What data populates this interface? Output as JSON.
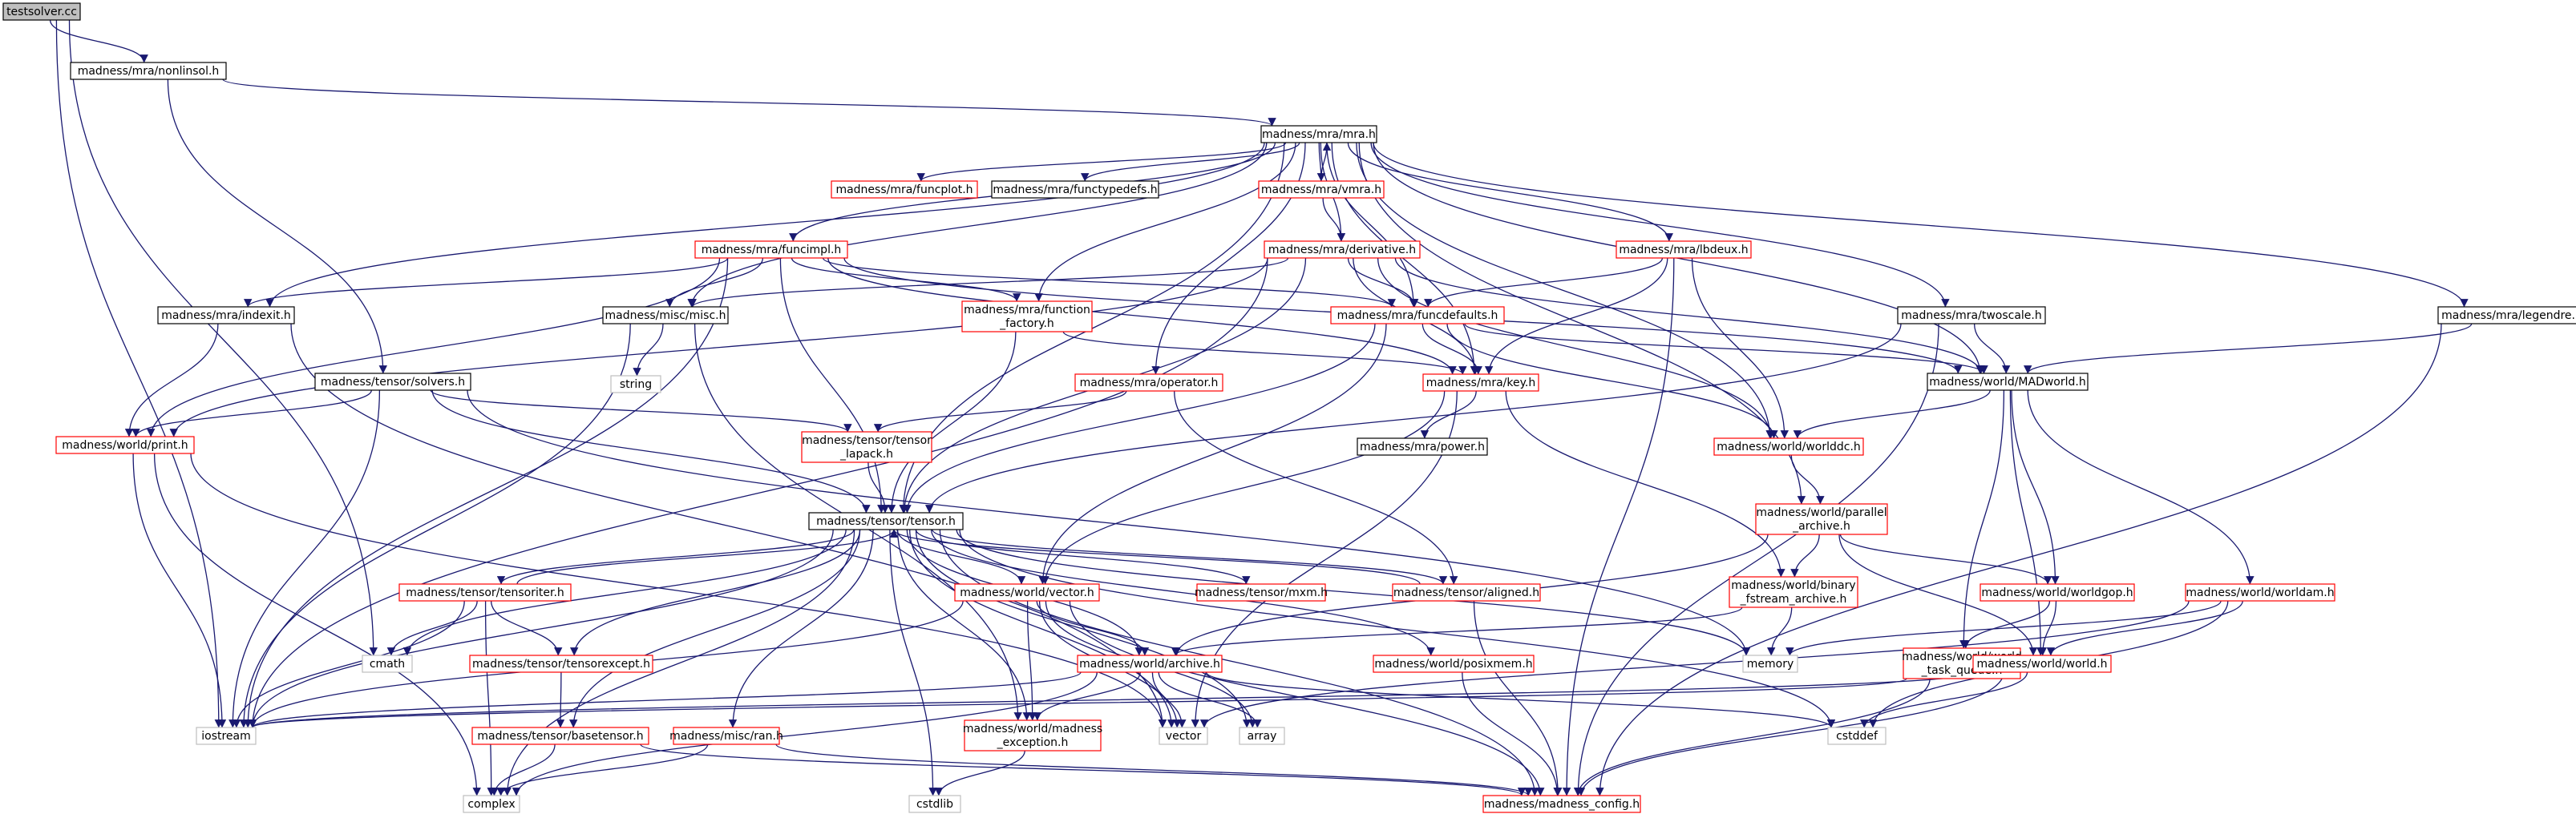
{
  "graph": {
    "nodes": [
      {
        "id": "testsolver",
        "label": [
          "testsolver.cc"
        ],
        "kind": "root"
      },
      {
        "id": "nonlinsol",
        "label": [
          "madness/mra/nonlinsol.h"
        ],
        "kind": "normal"
      },
      {
        "id": "mra",
        "label": [
          "madness/mra/mra.h"
        ],
        "kind": "normal"
      },
      {
        "id": "funcplot",
        "label": [
          "madness/mra/funcplot.h"
        ],
        "kind": "truncated"
      },
      {
        "id": "functypedefs",
        "label": [
          "madness/mra/functypedefs.h"
        ],
        "kind": "normal"
      },
      {
        "id": "vmra",
        "label": [
          "madness/mra/vmra.h"
        ],
        "kind": "truncated"
      },
      {
        "id": "funcimpl",
        "label": [
          "madness/mra/funcimpl.h"
        ],
        "kind": "truncated"
      },
      {
        "id": "derivative",
        "label": [
          "madness/mra/derivative.h"
        ],
        "kind": "truncated"
      },
      {
        "id": "lbdeux",
        "label": [
          "madness/mra/lbdeux.h"
        ],
        "kind": "truncated"
      },
      {
        "id": "indexit",
        "label": [
          "madness/mra/indexit.h"
        ],
        "kind": "normal"
      },
      {
        "id": "misc",
        "label": [
          "madness/misc/misc.h"
        ],
        "kind": "normal"
      },
      {
        "id": "funcfactory",
        "label": [
          "madness/mra/function",
          "_factory.h"
        ],
        "kind": "truncated"
      },
      {
        "id": "funcdefaults",
        "label": [
          "madness/mra/funcdefaults.h"
        ],
        "kind": "truncated"
      },
      {
        "id": "twoscale",
        "label": [
          "madness/mra/twoscale.h"
        ],
        "kind": "normal"
      },
      {
        "id": "legendre",
        "label": [
          "madness/mra/legendre.h"
        ],
        "kind": "normal"
      },
      {
        "id": "solvers",
        "label": [
          "madness/tensor/solvers.h"
        ],
        "kind": "normal"
      },
      {
        "id": "string",
        "label": [
          "string"
        ],
        "kind": "system"
      },
      {
        "id": "operator",
        "label": [
          "madness/mra/operator.h"
        ],
        "kind": "truncated"
      },
      {
        "id": "key",
        "label": [
          "madness/mra/key.h"
        ],
        "kind": "truncated"
      },
      {
        "id": "madworld",
        "label": [
          "madness/world/MADworld.h"
        ],
        "kind": "normal"
      },
      {
        "id": "print",
        "label": [
          "madness/world/print.h"
        ],
        "kind": "truncated"
      },
      {
        "id": "tensorlapack",
        "label": [
          "madness/tensor/tensor",
          "_lapack.h"
        ],
        "kind": "truncated"
      },
      {
        "id": "power",
        "label": [
          "madness/mra/power.h"
        ],
        "kind": "normal"
      },
      {
        "id": "worlddc",
        "label": [
          "madness/world/worlddc.h"
        ],
        "kind": "truncated"
      },
      {
        "id": "tensor",
        "label": [
          "madness/tensor/tensor.h"
        ],
        "kind": "normal"
      },
      {
        "id": "parallel",
        "label": [
          "madness/world/parallel",
          "_archive.h"
        ],
        "kind": "truncated"
      },
      {
        "id": "tensoriter",
        "label": [
          "madness/tensor/tensoriter.h"
        ],
        "kind": "truncated"
      },
      {
        "id": "vector",
        "label": [
          "madness/world/vector.h"
        ],
        "kind": "truncated"
      },
      {
        "id": "mxm",
        "label": [
          "madness/tensor/mxm.h"
        ],
        "kind": "truncated"
      },
      {
        "id": "aligned",
        "label": [
          "madness/tensor/aligned.h"
        ],
        "kind": "truncated"
      },
      {
        "id": "binary",
        "label": [
          "madness/world/binary",
          "_fstream_archive.h"
        ],
        "kind": "truncated"
      },
      {
        "id": "worldgop",
        "label": [
          "madness/world/worldgop.h"
        ],
        "kind": "truncated"
      },
      {
        "id": "worldam",
        "label": [
          "madness/world/worldam.h"
        ],
        "kind": "truncated"
      },
      {
        "id": "cmath",
        "label": [
          "cmath"
        ],
        "kind": "system"
      },
      {
        "id": "tensorexcept",
        "label": [
          "madness/tensor/tensorexcept.h"
        ],
        "kind": "truncated"
      },
      {
        "id": "archive",
        "label": [
          "madness/world/archive.h"
        ],
        "kind": "truncated"
      },
      {
        "id": "posixmem",
        "label": [
          "madness/world/posixmem.h"
        ],
        "kind": "truncated"
      },
      {
        "id": "memory",
        "label": [
          "memory"
        ],
        "kind": "system"
      },
      {
        "id": "taskqueue",
        "label": [
          "madness/world/world",
          "_task_queue.h"
        ],
        "kind": "truncated"
      },
      {
        "id": "world",
        "label": [
          "madness/world/world.h"
        ],
        "kind": "truncated"
      },
      {
        "id": "iostream",
        "label": [
          "iostream"
        ],
        "kind": "system"
      },
      {
        "id": "basetensor",
        "label": [
          "madness/tensor/basetensor.h"
        ],
        "kind": "truncated"
      },
      {
        "id": "ran",
        "label": [
          "madness/misc/ran.h"
        ],
        "kind": "truncated"
      },
      {
        "id": "exception",
        "label": [
          "madness/world/madness",
          "_exception.h"
        ],
        "kind": "truncated"
      },
      {
        "id": "vectorstd",
        "label": [
          "vector"
        ],
        "kind": "system"
      },
      {
        "id": "array",
        "label": [
          "array"
        ],
        "kind": "system"
      },
      {
        "id": "cstddef",
        "label": [
          "cstddef"
        ],
        "kind": "system"
      },
      {
        "id": "complex",
        "label": [
          "complex"
        ],
        "kind": "system"
      },
      {
        "id": "cstdlib",
        "label": [
          "cstdlib"
        ],
        "kind": "system"
      },
      {
        "id": "config",
        "label": [
          "madness/madness_config.h"
        ],
        "kind": "truncated"
      }
    ],
    "edges": [
      [
        "testsolver",
        "nonlinsol"
      ],
      [
        "testsolver",
        "cmath"
      ],
      [
        "testsolver",
        "iostream"
      ],
      [
        "nonlinsol",
        "mra"
      ],
      [
        "nonlinsol",
        "solvers"
      ],
      [
        "mra",
        "funcplot"
      ],
      [
        "mra",
        "functypedefs"
      ],
      [
        "mra",
        "vmra"
      ],
      [
        "mra",
        "funcimpl"
      ],
      [
        "mra",
        "derivative"
      ],
      [
        "mra",
        "lbdeux"
      ],
      [
        "mra",
        "indexit"
      ],
      [
        "mra",
        "misc"
      ],
      [
        "mra",
        "funcfactory"
      ],
      [
        "mra",
        "funcdefaults"
      ],
      [
        "mra",
        "twoscale"
      ],
      [
        "mra",
        "legendre"
      ],
      [
        "mra",
        "operator"
      ],
      [
        "mra",
        "key"
      ],
      [
        "mra",
        "madworld"
      ],
      [
        "mra",
        "worlddc"
      ],
      [
        "mra",
        "tensor"
      ],
      [
        "mra",
        "parallel"
      ],
      [
        "vmra",
        "mra"
      ],
      [
        "vmra",
        "derivative"
      ],
      [
        "funcimpl",
        "indexit"
      ],
      [
        "funcimpl",
        "misc"
      ],
      [
        "funcimpl",
        "funcfactory"
      ],
      [
        "funcimpl",
        "funcdefaults"
      ],
      [
        "funcimpl",
        "key"
      ],
      [
        "funcimpl",
        "madworld"
      ],
      [
        "funcimpl",
        "print"
      ],
      [
        "funcimpl",
        "tensor"
      ],
      [
        "funcimpl",
        "iostream"
      ],
      [
        "derivative",
        "misc"
      ],
      [
        "derivative",
        "funcdefaults"
      ],
      [
        "derivative",
        "key"
      ],
      [
        "derivative",
        "madworld"
      ],
      [
        "derivative",
        "worlddc"
      ],
      [
        "derivative",
        "tensor"
      ],
      [
        "derivative",
        "print"
      ],
      [
        "derivative",
        "iostream"
      ],
      [
        "lbdeux",
        "funcdefaults"
      ],
      [
        "lbdeux",
        "key"
      ],
      [
        "lbdeux",
        "worlddc"
      ],
      [
        "lbdeux",
        "config"
      ],
      [
        "indexit",
        "print"
      ],
      [
        "indexit",
        "vectorstd"
      ],
      [
        "misc",
        "string"
      ],
      [
        "misc",
        "iostream"
      ],
      [
        "misc",
        "exception"
      ],
      [
        "funcfactory",
        "key"
      ],
      [
        "funcfactory",
        "tensor"
      ],
      [
        "funcdefaults",
        "key"
      ],
      [
        "funcdefaults",
        "madworld"
      ],
      [
        "funcdefaults",
        "worlddc"
      ],
      [
        "funcdefaults",
        "tensor"
      ],
      [
        "funcdefaults",
        "vector"
      ],
      [
        "twoscale",
        "madworld"
      ],
      [
        "twoscale",
        "tensor"
      ],
      [
        "twoscale",
        "config"
      ],
      [
        "legendre",
        "madworld"
      ],
      [
        "legendre",
        "config"
      ],
      [
        "solvers",
        "print"
      ],
      [
        "solvers",
        "tensorlapack"
      ],
      [
        "solvers",
        "tensor"
      ],
      [
        "solvers",
        "iostream"
      ],
      [
        "solvers",
        "memory"
      ],
      [
        "operator",
        "tensorlapack"
      ],
      [
        "operator",
        "aligned"
      ],
      [
        "key",
        "power"
      ],
      [
        "key",
        "vector"
      ],
      [
        "key",
        "binary"
      ],
      [
        "key",
        "vectorstd"
      ],
      [
        "madworld",
        "worlddc"
      ],
      [
        "madworld",
        "worldgop"
      ],
      [
        "madworld",
        "worldam"
      ],
      [
        "madworld",
        "taskqueue"
      ],
      [
        "madworld",
        "world"
      ],
      [
        "print",
        "iostream"
      ],
      [
        "print",
        "complex"
      ],
      [
        "print",
        "vectorstd"
      ],
      [
        "tensorlapack",
        "tensor"
      ],
      [
        "worlddc",
        "parallel"
      ],
      [
        "tensor",
        "tensoriter"
      ],
      [
        "tensor",
        "vector"
      ],
      [
        "tensor",
        "mxm"
      ],
      [
        "tensor",
        "aligned"
      ],
      [
        "tensor",
        "cmath"
      ],
      [
        "tensor",
        "tensorexcept"
      ],
      [
        "tensor",
        "archive"
      ],
      [
        "tensor",
        "posixmem"
      ],
      [
        "tensor",
        "basetensor"
      ],
      [
        "tensor",
        "ran"
      ],
      [
        "tensor",
        "exception"
      ],
      [
        "tensor",
        "iostream"
      ],
      [
        "tensor",
        "complex"
      ],
      [
        "tensor",
        "array"
      ],
      [
        "tensor",
        "cstdlib"
      ],
      [
        "tensor",
        "config"
      ],
      [
        "tensor",
        "cstddef"
      ],
      [
        "tensor",
        "memory"
      ],
      [
        "tensor",
        "vectorstd"
      ],
      [
        "parallel",
        "binary"
      ],
      [
        "parallel",
        "worldgop"
      ],
      [
        "parallel",
        "world"
      ],
      [
        "parallel",
        "archive"
      ],
      [
        "tensoriter",
        "tensor"
      ],
      [
        "tensoriter",
        "tensorexcept"
      ],
      [
        "tensoriter",
        "cmath"
      ],
      [
        "tensoriter",
        "iostream"
      ],
      [
        "tensoriter",
        "complex"
      ],
      [
        "vector",
        "archive"
      ],
      [
        "vector",
        "exception"
      ],
      [
        "vector",
        "vectorstd"
      ],
      [
        "vector",
        "array"
      ],
      [
        "vector",
        "iostream"
      ],
      [
        "vector",
        "config"
      ],
      [
        "aligned",
        "tensor"
      ],
      [
        "aligned",
        "config"
      ],
      [
        "binary",
        "archive"
      ],
      [
        "binary",
        "memory"
      ],
      [
        "worldgop",
        "world"
      ],
      [
        "worldgop",
        "taskqueue"
      ],
      [
        "worldam",
        "world"
      ],
      [
        "worldam",
        "memory"
      ],
      [
        "worldam",
        "vectorstd"
      ],
      [
        "worldam",
        "cstddef"
      ],
      [
        "tensorexcept",
        "basetensor"
      ],
      [
        "archive",
        "exception"
      ],
      [
        "archive",
        "iostream"
      ],
      [
        "archive",
        "vectorstd"
      ],
      [
        "archive",
        "array"
      ],
      [
        "archive",
        "complex"
      ],
      [
        "archive",
        "cstddef"
      ],
      [
        "posixmem",
        "config"
      ],
      [
        "taskqueue",
        "iostream"
      ],
      [
        "taskqueue",
        "config"
      ],
      [
        "world",
        "iostream"
      ],
      [
        "world",
        "cstddef"
      ],
      [
        "world",
        "config"
      ],
      [
        "basetensor",
        "complex"
      ],
      [
        "basetensor",
        "config"
      ],
      [
        "ran",
        "complex"
      ],
      [
        "ran",
        "config"
      ],
      [
        "exception",
        "cstdlib"
      ]
    ]
  },
  "colors": {
    "edge": "#191970",
    "root_fill": "#bfbfbf",
    "normal_border": "#000000",
    "truncated_border": "#ff0000",
    "system_border": "#bfbfbf",
    "system_text": "#000000"
  }
}
